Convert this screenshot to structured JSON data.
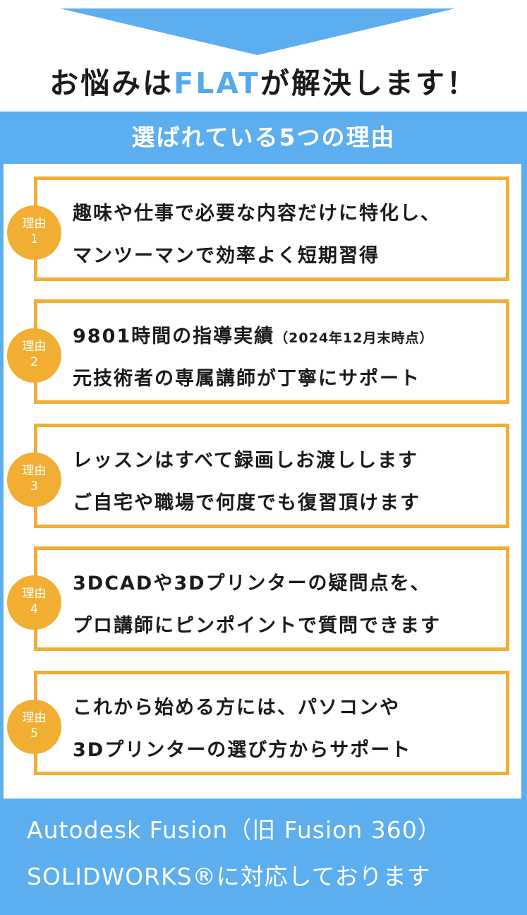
{
  "headline": {
    "prefix": "お悩みは",
    "brand": "FLAT",
    "suffix": "が解決します！"
  },
  "panel": {
    "title": "選ばれている5つの理由"
  },
  "reasons": [
    {
      "badge_label": "理由",
      "badge_number": "1",
      "line1": "趣味や仕事で必要な内容だけに特化し、",
      "line1_note": "",
      "line2": "マンツーマンで効率よく短期習得"
    },
    {
      "badge_label": "理由",
      "badge_number": "2",
      "line1": "9801時間の指導実績",
      "line1_note": "（2024年12月末時点）",
      "line2": "元技術者の専属講師が丁寧にサポート"
    },
    {
      "badge_label": "理由",
      "badge_number": "3",
      "line1": "レッスンはすべて録画しお渡しします",
      "line1_note": "",
      "line2": "ご自宅や職場で何度でも復習頂けます"
    },
    {
      "badge_label": "理由",
      "badge_number": "4",
      "line1": "3DCADや3Dプリンターの疑問点を、",
      "line1_note": "",
      "line2": "プロ講師にピンポイントで質問できます"
    },
    {
      "badge_label": "理由",
      "badge_number": "5",
      "line1": "これから始める方には、パソコンや",
      "line1_note": "",
      "line2": "3Dプリンターの選び方からサポート"
    }
  ],
  "footer": {
    "line1": "Autodesk Fusion（旧 Fusion 360）",
    "line2": "SOLIDWORKS®に対応しております"
  },
  "colors": {
    "accent_blue": "#5daeee",
    "accent_orange": "#f2ad33",
    "text": "#1a1a1a"
  }
}
